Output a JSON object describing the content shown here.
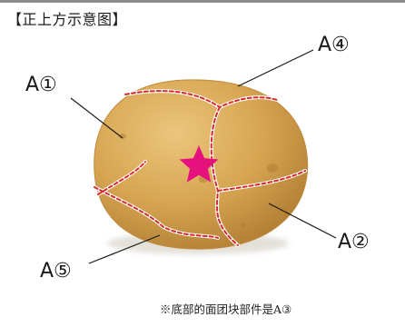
{
  "header": {
    "title": "【正上方示意图】"
  },
  "colors": {
    "dough": "#d6a552",
    "dough_highlight": "#ecc57c",
    "dough_shadow": "#b07d32",
    "seam_red": "#d42a2a",
    "star": "#e5127e"
  },
  "labels": {
    "a1": "A①",
    "a2": "A②",
    "a4": "A④",
    "a5": "A⑤"
  },
  "footnote": "※底部的面团块部件是A③"
}
